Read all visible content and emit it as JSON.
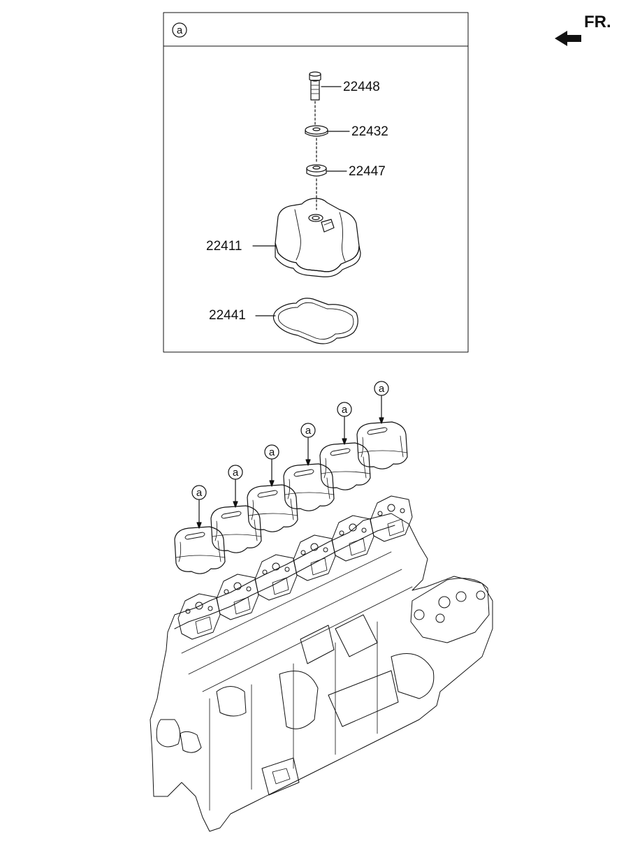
{
  "orientation": {
    "label": "FR."
  },
  "detail": {
    "callout": "a",
    "parts": [
      {
        "number": "22448"
      },
      {
        "number": "22432"
      },
      {
        "number": "22447"
      },
      {
        "number": "22411"
      },
      {
        "number": "22441"
      }
    ]
  },
  "assembly": {
    "callouts": [
      "a",
      "a",
      "a",
      "a",
      "a",
      "a"
    ]
  }
}
